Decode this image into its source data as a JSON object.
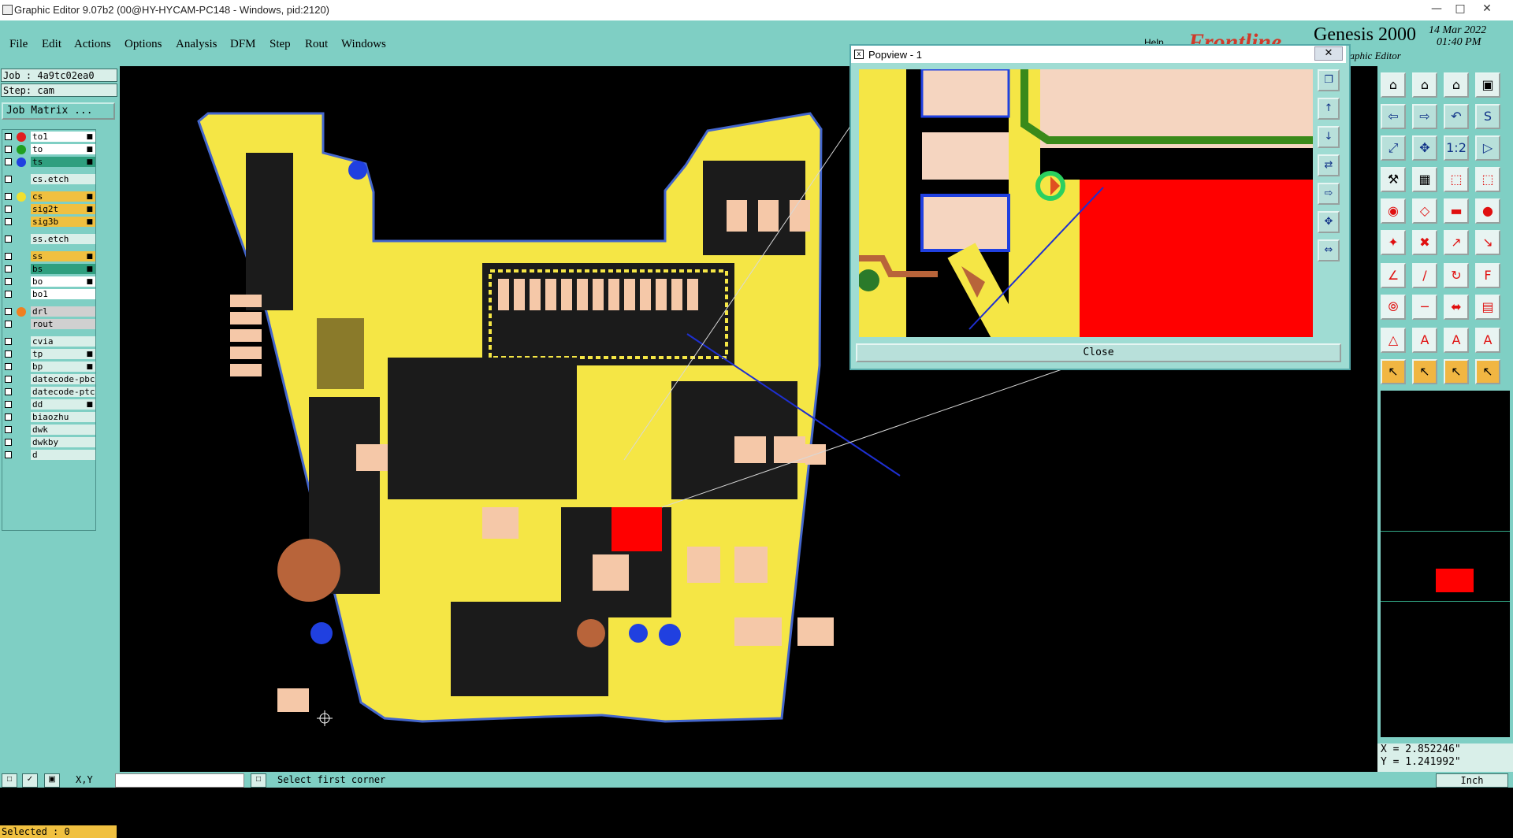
{
  "window": {
    "title": "Graphic Editor 9.07b2 (00@HY-HYCAM-PC148 - Windows, pid:2120)",
    "controls": [
      "—",
      "□",
      "✕"
    ]
  },
  "menu": [
    "File",
    "Edit",
    "Actions",
    "Options",
    "Analysis",
    "DFM",
    "Step",
    "Rout",
    "Windows"
  ],
  "help_label": "Help",
  "brand": {
    "logo": "Frontline",
    "product": "Genesis 2000",
    "date": "14 Mar 2022",
    "time": "01:40 PM",
    "module": "Graphic Editor"
  },
  "job": {
    "job_text": "Job : 4a9tc02ea0",
    "step_text": "Step: cam",
    "matrix_button": "Job Matrix ..."
  },
  "layers": [
    {
      "name": "to1",
      "dot": "#e02020",
      "bg": "#ffffff",
      "edit": "■"
    },
    {
      "name": "to",
      "dot": "#20a020",
      "bg": "#ffffff",
      "edit": "■"
    },
    {
      "name": "ts",
      "dot": "#2040e0",
      "bg": "#2f9f7f",
      "edit": "■"
    },
    {
      "name": "cs.etch",
      "dot": "",
      "bg": "#d9efe9",
      "edit": ""
    },
    {
      "name": "cs",
      "dot": "#f0e030",
      "bg": "#f0c040",
      "edit": "■"
    },
    {
      "name": "sig2t",
      "dot": "",
      "bg": "#f0c040",
      "edit": "■"
    },
    {
      "name": "sig3b",
      "dot": "",
      "bg": "#f0c040",
      "edit": "■"
    },
    {
      "name": "ss.etch",
      "dot": "",
      "bg": "#d9efe9",
      "edit": ""
    },
    {
      "name": "ss",
      "dot": "",
      "bg": "#f0c040",
      "edit": "■"
    },
    {
      "name": "bs",
      "dot": "",
      "bg": "#2f9f7f",
      "edit": "■"
    },
    {
      "name": "bo",
      "dot": "",
      "bg": "#ffffff",
      "edit": "■"
    },
    {
      "name": "bo1",
      "dot": "",
      "bg": "#ffffff",
      "edit": ""
    },
    {
      "name": "drl",
      "dot": "#f08020",
      "bg": "#d0d0d0",
      "edit": ""
    },
    {
      "name": "rout",
      "dot": "",
      "bg": "#d0d0d0",
      "edit": ""
    },
    {
      "name": "cvia",
      "dot": "",
      "bg": "#d9efe9",
      "edit": ""
    },
    {
      "name": "tp",
      "dot": "",
      "bg": "#d9efe9",
      "edit": "■"
    },
    {
      "name": "bp",
      "dot": "",
      "bg": "#d9efe9",
      "edit": "■"
    },
    {
      "name": "datecode-pbc",
      "dot": "",
      "bg": "#d9efe9",
      "edit": ""
    },
    {
      "name": "datecode-ptc",
      "dot": "",
      "bg": "#d9efe9",
      "edit": ""
    },
    {
      "name": "dd",
      "dot": "",
      "bg": "#d9efe9",
      "edit": "■"
    },
    {
      "name": "biaozhu",
      "dot": "",
      "bg": "#d9efe9",
      "edit": ""
    },
    {
      "name": "dwk",
      "dot": "",
      "bg": "#d9efe9",
      "edit": ""
    },
    {
      "name": "dwkby",
      "dot": "",
      "bg": "#d9efe9",
      "edit": ""
    },
    {
      "name": "d",
      "dot": "",
      "bg": "#d9efe9",
      "edit": ""
    }
  ],
  "status": {
    "selected": "Selected : 0",
    "xy_label": "X,Y",
    "prompt": "Select first corner",
    "units": "Inch"
  },
  "coords": {
    "x": "X = 2.852246\"",
    "y": "Y = 1.241992\""
  },
  "popview": {
    "title": "Popview - 1",
    "close": "Close",
    "close_x": "✕"
  },
  "popview_tools": [
    "❐",
    "↑",
    "↓",
    "⇄",
    "⇨",
    "✥",
    "⇔"
  ],
  "tools": [
    [
      "⌂",
      "⌂",
      "⌂",
      "▣"
    ],
    [
      "⇦",
      "⇨",
      "↶",
      "S"
    ],
    [
      "⤢",
      "✥",
      "1:2",
      "▷"
    ],
    [
      "⚒",
      "▦",
      "⬚",
      "⬚"
    ],
    [
      "◉",
      "◇",
      "▬",
      "●"
    ],
    [
      "✦",
      "✖",
      "↗",
      "↘"
    ],
    [
      "∠",
      "/",
      "↻",
      "F"
    ],
    [
      "⦾",
      "─",
      "⬌",
      "▤"
    ],
    [
      "△",
      "A",
      "A",
      "A"
    ],
    [
      "↖",
      "↖",
      "↖",
      "↖"
    ]
  ]
}
